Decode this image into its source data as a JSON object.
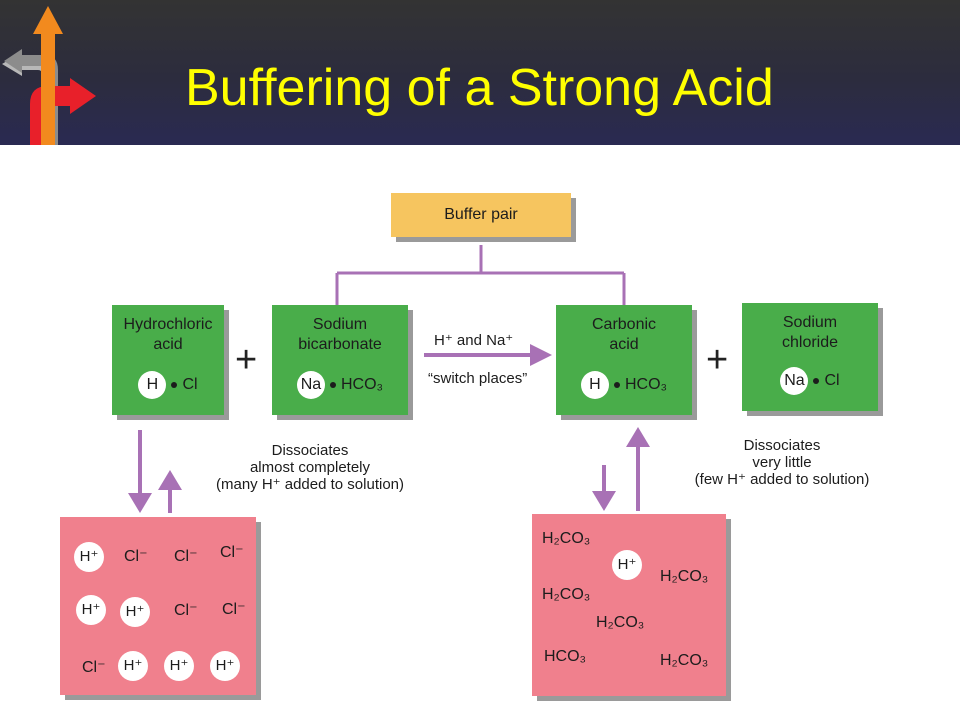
{
  "title": "Buffering of a Strong Acid",
  "diagram": {
    "buffer_pair": "Buffer pair",
    "hydrochloric": {
      "label_line1": "Hydrochloric",
      "label_line2": "acid",
      "ion": "H",
      "partner": "Cl"
    },
    "bicarbonate": {
      "label_line1": "Sodium",
      "label_line2": "bicarbonate",
      "ion": "Na",
      "partner": "HCO₃"
    },
    "carbonic": {
      "label_line1": "Carbonic",
      "label_line2": "acid",
      "ion": "H",
      "partner": "HCO₃"
    },
    "sodium_chloride": {
      "label_line1": "Sodium",
      "label_line2": "chloride",
      "ion": "Na",
      "partner": "Cl"
    },
    "plus": "+",
    "switch_line1": "H⁺ and Na⁺",
    "switch_line2": "“switch places”",
    "left_note": [
      "Dissociates",
      "almost completely",
      "(many H⁺ added to solution)"
    ],
    "right_note": [
      "Dissociates",
      "very little",
      "(few H⁺ added to solution)"
    ],
    "left_solution": {
      "hplus": "H⁺",
      "cl": "Cl⁻"
    },
    "right_solution": {
      "h2co3": "H₂CO₃",
      "hco3": "HCO₃",
      "hplus": "H⁺"
    }
  },
  "colors": {
    "title": "#ffff00",
    "green_box": "#49ad4a",
    "buffer_box": "#f6c55f",
    "pink_box": "#f0808d",
    "arrow": "#a871b5"
  }
}
